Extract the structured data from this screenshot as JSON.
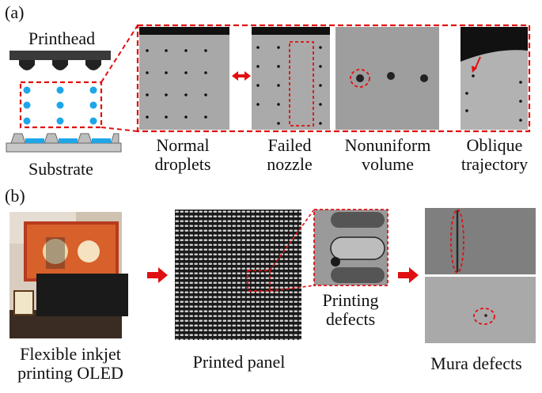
{
  "panel_a": {
    "label": "(a)",
    "printhead": "Printhead",
    "substrate": "Substrate",
    "captions": [
      {
        "line1": "Normal",
        "line2": "droplets"
      },
      {
        "line1": "Failed",
        "line2": "nozzle"
      },
      {
        "line1": "Nonuniform",
        "line2": "volume"
      },
      {
        "line1": "Oblique",
        "line2": "trajectory"
      }
    ]
  },
  "panel_b": {
    "label": "(b)",
    "oled_caption": {
      "line1": "Flexible inkjet",
      "line2": "printing OLED"
    },
    "panel_caption": "Printed panel",
    "defects_caption": {
      "line1": "Printing",
      "line2": "defects"
    },
    "mura_caption": "Mura defects"
  },
  "colors": {
    "red": "#e01010",
    "droplet_blue": "#1ea6e8",
    "photo_gray": "#a9a9a9"
  }
}
